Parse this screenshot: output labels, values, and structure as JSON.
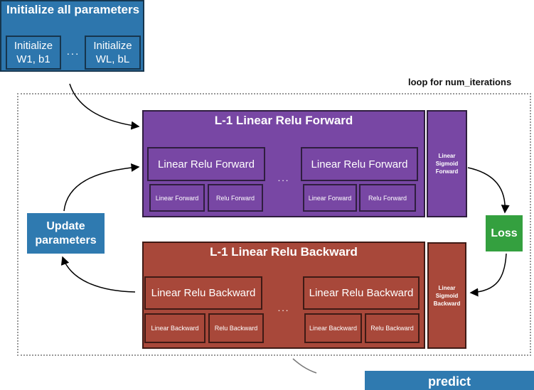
{
  "init": {
    "title": "Initialize all parameters",
    "first": "Initialize\nW1, b1",
    "dots": "...",
    "last": "Initialize\nWL, bL"
  },
  "loop": {
    "label": "loop for num_iterations"
  },
  "forward": {
    "title": "L-1 Linear Relu Forward",
    "unit1": "Linear Relu Forward",
    "unit2": "Linear Relu Forward",
    "linear1": "Linear Forward",
    "relu1": "Relu Forward",
    "linear2": "Linear Forward",
    "relu2": "Relu Forward",
    "dots": "...",
    "sigmoid": "Linear\nSigmoid\nForward"
  },
  "backward": {
    "title": "L-1 Linear Relu Backward",
    "unit1": "Linear Relu Backward",
    "unit2": "Linear Relu Backward",
    "linear1": "Linear Backward",
    "relu1": "Relu Backward",
    "linear2": "Linear Backward",
    "relu2": "Relu Backward",
    "dots": "...",
    "sigmoid": "Linear\nSigmoid\nBackward"
  },
  "update": {
    "label": "Update\nparameters"
  },
  "loss": {
    "label": "Loss"
  },
  "predict": {
    "label": "predict"
  },
  "colors": {
    "init_blue": "#2d76ad",
    "forward_purple": "#7847a4",
    "backward_red": "#a8483a",
    "loss_green": "#34a03f"
  }
}
